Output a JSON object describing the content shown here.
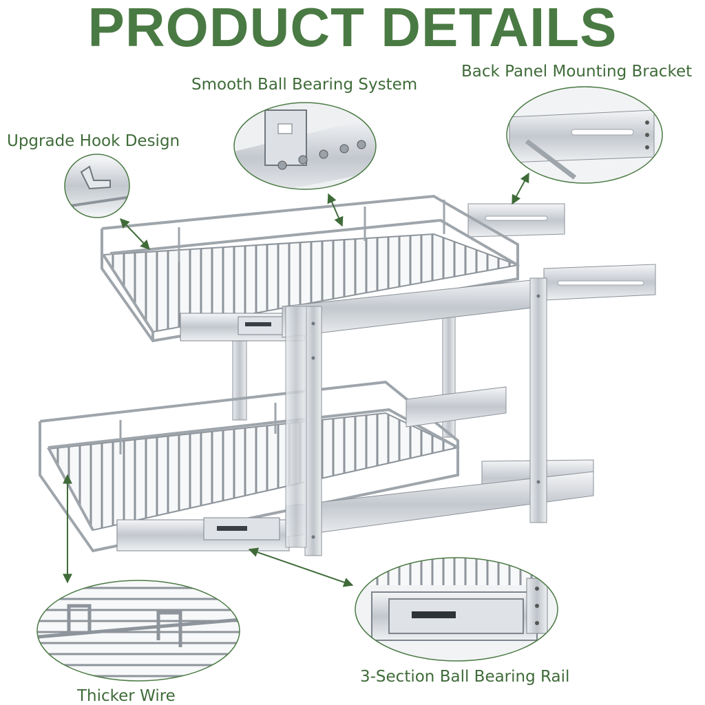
{
  "title": "PRODUCT DETAILS",
  "labels": {
    "hook": "Upgrade Hook Design",
    "bearing": "Smooth Ball Bearing System",
    "bracket": "Back Panel Mounting Bracket",
    "wire": "Thicker Wire",
    "rail": "3-Section Ball Bearing Rail"
  },
  "colors": {
    "accent": "#4a7a43",
    "metal": "#c9cdd2",
    "metal_dark": "#7d848c"
  }
}
